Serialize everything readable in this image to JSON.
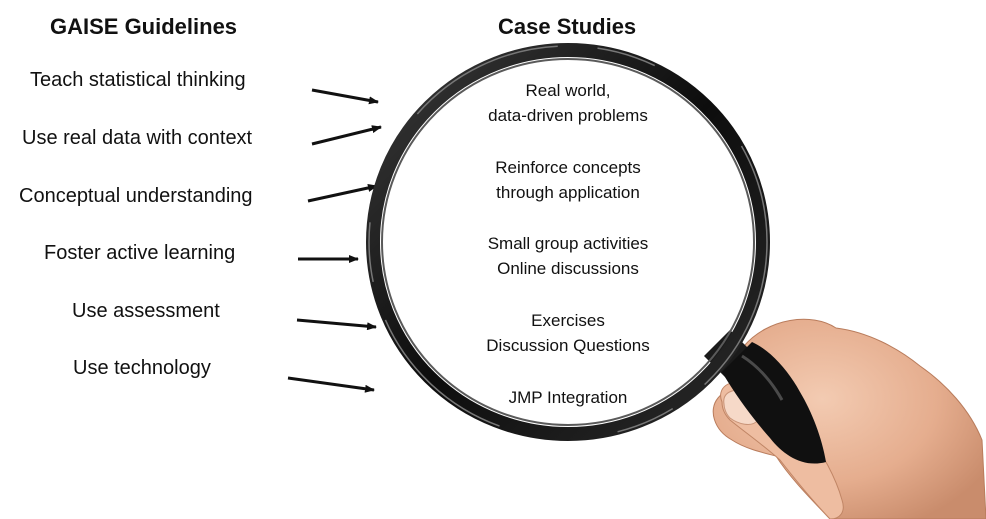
{
  "left_column": {
    "heading": "GAISE Guidelines",
    "items": [
      {
        "label": "Teach statistical thinking"
      },
      {
        "label": "Use real data with context"
      },
      {
        "label": "Conceptual understanding"
      },
      {
        "label": "Foster active learning"
      },
      {
        "label": "Use assessment"
      },
      {
        "label": "Use technology"
      }
    ]
  },
  "right_column": {
    "heading": "Case Studies",
    "items": [
      {
        "line1": "Real world,",
        "line2": "data-driven problems"
      },
      {
        "line1": "Reinforce concepts",
        "line2": "through application"
      },
      {
        "line1": "Small group activities",
        "line2": "Online discussions"
      },
      {
        "line1": "Exercises",
        "line2": "Discussion Questions"
      },
      {
        "line1": "JMP Integration",
        "line2": ""
      }
    ]
  },
  "colors": {
    "text": "#111111",
    "lens_rim": "#1a1a1a",
    "skin": "#e9b79a"
  }
}
